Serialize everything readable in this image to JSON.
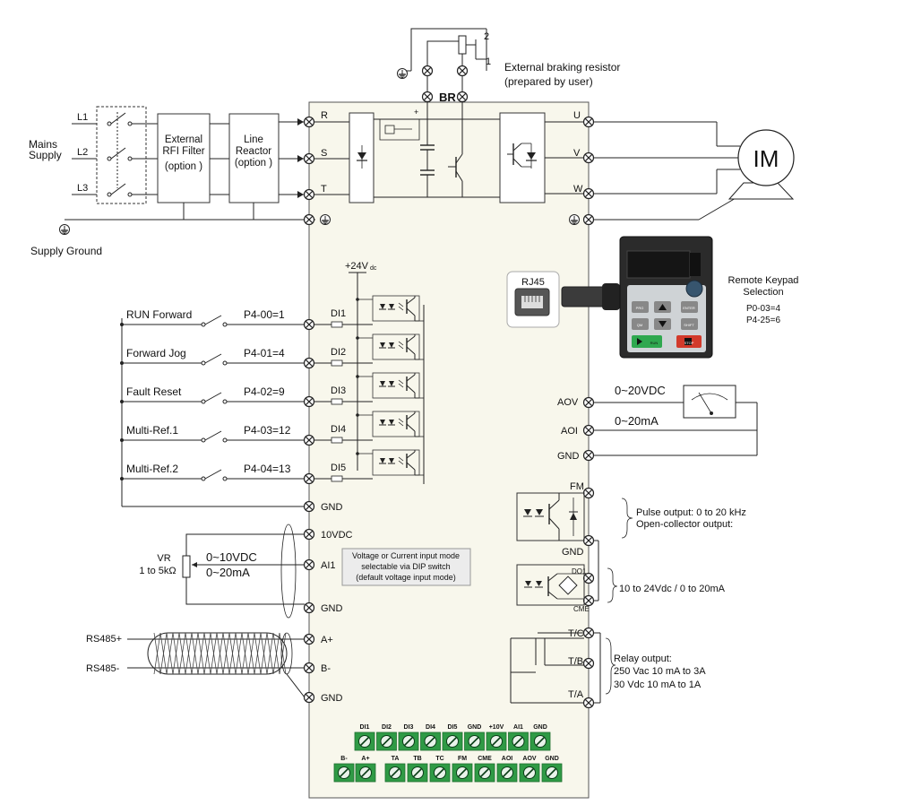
{
  "braking": {
    "title_line1": "External braking resistor",
    "title_line2": "(prepared by user)",
    "br_label": "BR",
    "pin2": "2",
    "pin1": "1"
  },
  "mains": {
    "label_line1": "Mains",
    "label_line2": "Supply",
    "phases": [
      "L1",
      "L2",
      "L3"
    ],
    "ground_label": "Supply Ground",
    "rfi_line1": "External",
    "rfi_line2": "RFI Filter",
    "rfi_line3": "(option )",
    "reactor_line1": "Line",
    "reactor_line2": "Reactor",
    "reactor_line3": "(option )"
  },
  "drive": {
    "input_terms": [
      "R",
      "S",
      "T"
    ],
    "output_terms": [
      "U",
      "V",
      "W"
    ],
    "motor_label": "IM",
    "supply_label": "+24V",
    "supply_sub": "dc"
  },
  "keypad": {
    "rj45_label": "RJ45",
    "title_line1": "Remote Keypad",
    "title_line2": "Selection",
    "param1": "P0-03=4",
    "param2": "P4-25=6",
    "btn_prg": "PRG",
    "btn_enter": "ENTER",
    "btn_qm": "QM",
    "btn_shift": "SHIFT",
    "btn_run": "RUN",
    "btn_stop": "STOP"
  },
  "digital_inputs": [
    {
      "function": "RUN Forward",
      "param": "P4-00=1",
      "terminal": "DI1"
    },
    {
      "function": "Forward Jog",
      "param": "P4-01=4",
      "terminal": "DI2"
    },
    {
      "function": "Fault Reset",
      "param": "P4-02=9",
      "terminal": "DI3"
    },
    {
      "function": "Multi-Ref.1",
      "param": "P4-03=12",
      "terminal": "DI4"
    },
    {
      "function": "Multi-Ref.2",
      "param": "P4-04=13",
      "terminal": "DI5"
    }
  ],
  "analog_input": {
    "gnd_label": "GND",
    "ref_label": "10VDC",
    "ai_label": "AI1",
    "gnd2_label": "GND",
    "vr_line1": "VR",
    "vr_line2": "1 to 5kΩ",
    "range_v": "0~10VDC",
    "range_i": "0~20mA",
    "note_line1": "Voltage or Current input mode",
    "note_line2": "selectable via DIP switch",
    "note_line3": "(default voltage input mode)"
  },
  "rs485": {
    "plus_label": "RS485+",
    "minus_label": "RS485-",
    "term_plus": "A+",
    "term_minus": "B-",
    "term_gnd": "GND"
  },
  "analog_output": {
    "aov_label": "AOV",
    "aoi_label": "AOI",
    "gnd_label": "GND",
    "range_v": "0~20VDC",
    "range_i": "0~20mA"
  },
  "pulse_output": {
    "fm_label": "FM",
    "gnd_label": "GND",
    "desc_line1": "Pulse output: 0 to 20 kHz",
    "desc_line2": "Open-collector output:"
  },
  "do_output": {
    "do1_label": "DO1",
    "cme_label": "CME",
    "desc": "10 to 24Vdc / 0 to 20mA"
  },
  "relay": {
    "terms": [
      "T/C",
      "T/B",
      "T/A"
    ],
    "desc_line1": "Relay output:",
    "desc_line2": "250 Vac 10 mA to 3A",
    "desc_line3": "30 Vdc 10 mA to 1A"
  },
  "terminal_block": {
    "row1": [
      "DI1",
      "DI2",
      "DI3",
      "DI4",
      "DI5",
      "GND",
      "+10V",
      "AI1",
      "GND"
    ],
    "row2": [
      "B-",
      "A+",
      "TA",
      "TB",
      "TC",
      "FM",
      "CME",
      "AOI",
      "AOV",
      "GND"
    ]
  }
}
